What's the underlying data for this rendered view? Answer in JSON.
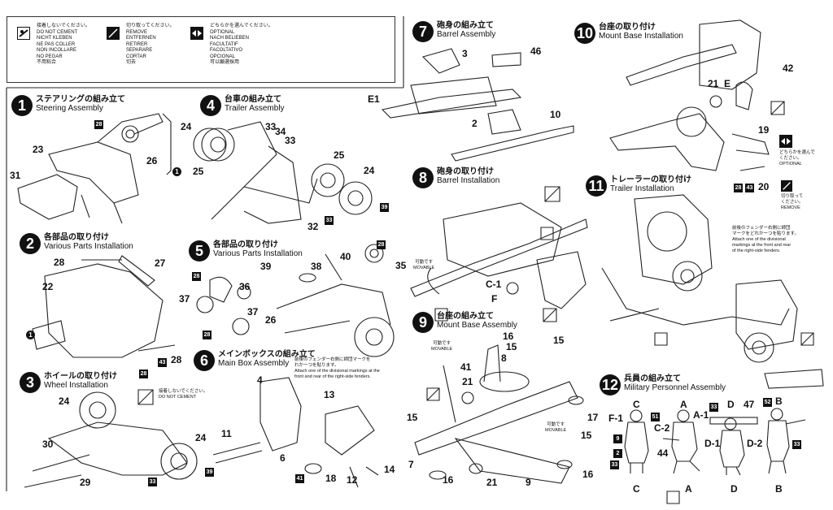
{
  "legend": {
    "no_cement": [
      "接着しないでください。",
      "DO NOT CEMENT",
      "NICHT KLEBEN",
      "NE PAS COLLER",
      "NON INCOLLARE",
      "NO PEGAR",
      "不用粘合"
    ],
    "remove": [
      "切り取ってください。",
      "REMOVE",
      "ENTFERNEN",
      "RETIRER",
      "SEPARARE",
      "CORTAR",
      "切去"
    ],
    "optional": [
      "どちらかを選んでください。",
      "OPTIONAL",
      "NACH BELIEBEN",
      "FACULTATIF",
      "FACOLTATIVO",
      "OPCIONAL",
      "可以願選採用"
    ]
  },
  "steps": [
    {
      "n": "1",
      "jp": "ステアリングの組み立て",
      "en": "Steering Assembly"
    },
    {
      "n": "2",
      "jp": "各部品の取り付け",
      "en": "Various Parts Installation"
    },
    {
      "n": "3",
      "jp": "ホイールの取り付け",
      "en": "Wheel Installation"
    },
    {
      "n": "4",
      "jp": "台車の組み立て",
      "en": "Trailer Assembly"
    },
    {
      "n": "5",
      "jp": "各部品の取り付け",
      "en": "Various Parts Installation"
    },
    {
      "n": "6",
      "jp": "メインボックスの組み立て",
      "en": "Main Box Assembly"
    },
    {
      "n": "7",
      "jp": "砲身の組み立て",
      "en": "Barrel Assembly"
    },
    {
      "n": "8",
      "jp": "砲身の取り付け",
      "en": "Barrel Installation"
    },
    {
      "n": "9",
      "jp": "台座の組み立て",
      "en": "Mount Base Assembly"
    },
    {
      "n": "10",
      "jp": "台座の取り付け",
      "en": "Mount Base Installation"
    },
    {
      "n": "11",
      "jp": "トレーラーの取り付け",
      "en": "Trailer Installation"
    },
    {
      "n": "12",
      "jp": "兵員の組み立て",
      "en": "Military Personnel Assembly"
    }
  ],
  "notes": {
    "step3_nocement_jp": "接着しないでください。",
    "step3_nocement_en": "DO NOT CEMENT",
    "fender_jp": [
      "前後のフェンダー右側に師団マークを",
      "れかーつを貼ります。"
    ],
    "fender_en": [
      "Attach one of the divisional markings at the",
      "front and rear of the right-side fenders."
    ],
    "fender11_jp": [
      "前後のフェンダー右側に師団",
      "マークをどれかーつを貼ります。"
    ],
    "fender11_en": [
      "Attach one of the divisional",
      "markings at the front and rear",
      "of the right-side fenders."
    ],
    "optional_jp": [
      "どちらかを選んで",
      "ください。"
    ],
    "optional_en": "OPTIONAL",
    "remove_jp": [
      "切り取って",
      "ください。"
    ],
    "remove_en": "REMOVE",
    "movable_jp": "可動です",
    "movable_en": "MOVABLE"
  },
  "parts": {
    "s1": {
      "p28": "28",
      "p23": "23",
      "p26": "26",
      "p31": "31",
      "ref1": "1"
    },
    "s2": {
      "p28": "28",
      "p27": "27",
      "p22": "22",
      "p28b": "28",
      "p43": "43",
      "p28c": "28",
      "ref1": "1"
    },
    "s3": {
      "p24": "24",
      "p30": "30",
      "p29": "29",
      "p24b": "24",
      "p33": "33",
      "p39": "39"
    },
    "s4": {
      "p24": "24",
      "p25": "25",
      "p33": "33",
      "p34": "34",
      "p33b": "33",
      "p25b": "25",
      "p24b": "24",
      "p32": "32",
      "p33c": "33",
      "p39": "39"
    },
    "s5": {
      "p40": "40",
      "p28": "28",
      "p35": "35",
      "p39": "39",
      "p38": "38",
      "p28b": "28",
      "p36": "36",
      "p37": "37",
      "p37b": "37",
      "p26": "26",
      "p28c": "28"
    },
    "s6": {
      "p4": "4",
      "p13": "13",
      "p11": "11",
      "p6": "6",
      "p41": "41",
      "p18": "18",
      "p12": "12",
      "p14": "14"
    },
    "s7": {
      "e1": "E1",
      "p3": "3",
      "p46": "46",
      "p2": "2",
      "p10": "10"
    },
    "s8": {
      "c1": "C-1",
      "f": "F"
    },
    "s9": {
      "p16": "16",
      "p15": "15",
      "p8": "8",
      "p41": "41",
      "p21": "21",
      "p15b": "15",
      "p17": "17",
      "p15c": "15",
      "p7": "7",
      "p16b": "16",
      "p21b": "21",
      "p9": "9",
      "p16c": "16",
      "p15d": "15"
    },
    "s10": {
      "p42": "42",
      "p21": "21",
      "e": "E",
      "p19": "19",
      "p28": "28",
      "p43": "43",
      "p20": "20"
    },
    "s12": {
      "c": "C",
      "f1": "F-1",
      "p51": "51",
      "c2": "C-2",
      "a": "A",
      "a1": "A-1",
      "p33": "33",
      "d": "D",
      "p47": "47",
      "b": "B",
      "d1": "D-1",
      "d2": "D-2",
      "p9": "9",
      "p2": "2",
      "p33b": "33",
      "p44": "44",
      "p52": "52",
      "p33c": "33",
      "lc": "C",
      "la": "A",
      "ld": "D",
      "lb": "B"
    }
  }
}
